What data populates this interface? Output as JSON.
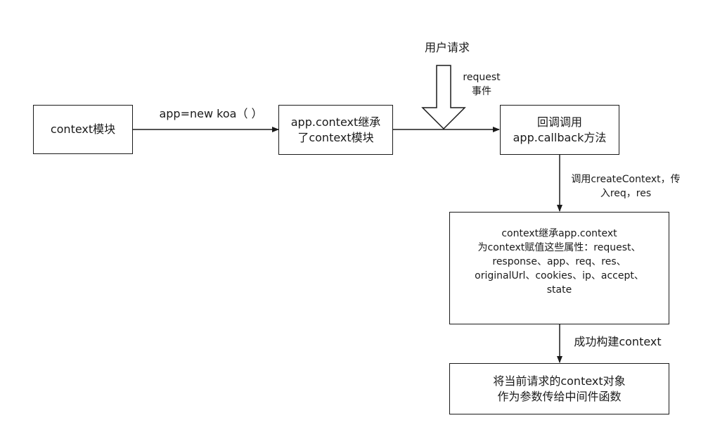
{
  "nodes": {
    "context_module": {
      "lines": [
        "context模块"
      ]
    },
    "app_context": {
      "lines": [
        "app.context继承",
        "了context模块"
      ]
    },
    "callback": {
      "lines": [
        "回调调用",
        "app.callback方法"
      ]
    },
    "context_assign": {
      "lines": [
        "context继承app.context",
        "为context赋值这些属性：request、",
        "response、app、req、res、",
        "originalUrl、cookies、ip、accept、",
        "state"
      ]
    },
    "pass_context": {
      "lines": [
        "将当前请求的context对象",
        "作为参数传给中间件函数"
      ]
    }
  },
  "edges": {
    "new_koa": "app=new koa（ ）",
    "create_context": [
      "调用createContext，传",
      "入req，res"
    ],
    "build_context": "成功构建context"
  },
  "user_request": {
    "title": "用户请求",
    "event": [
      "request",
      "事件"
    ]
  },
  "colors": {
    "stroke": "#1a1a1a",
    "fill": "#ffffff"
  }
}
